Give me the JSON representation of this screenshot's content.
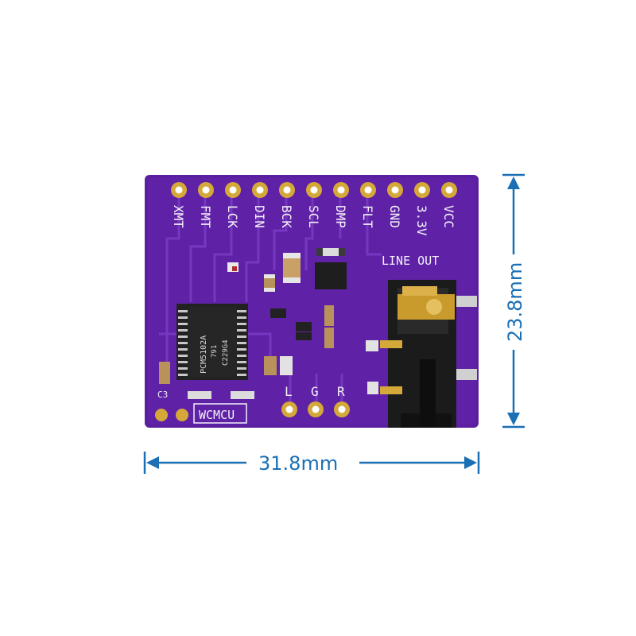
{
  "board": {
    "pin_labels": [
      "XMT",
      "FMT",
      "LCK",
      "DIN",
      "BCK",
      "SCL",
      "DMP",
      "FLT",
      "GND",
      "3.3V",
      "VCC"
    ],
    "line_out_label": "LINE OUT",
    "brand": "WCMCU",
    "bottom_pins": [
      "L",
      "G",
      "R"
    ],
    "chip_lines": [
      "PCM5102A",
      "791",
      "C229G4"
    ],
    "cap_label": "C3",
    "colors": {
      "pcb": "#5a1fa0",
      "pad": "#d4a93a",
      "silkscreen": "#f4f0f8",
      "jack": "#1b1b1b",
      "dimension": "#1a6fb5"
    }
  },
  "dimensions": {
    "width_label": "31.8mm",
    "height_label": "23.8mm"
  }
}
